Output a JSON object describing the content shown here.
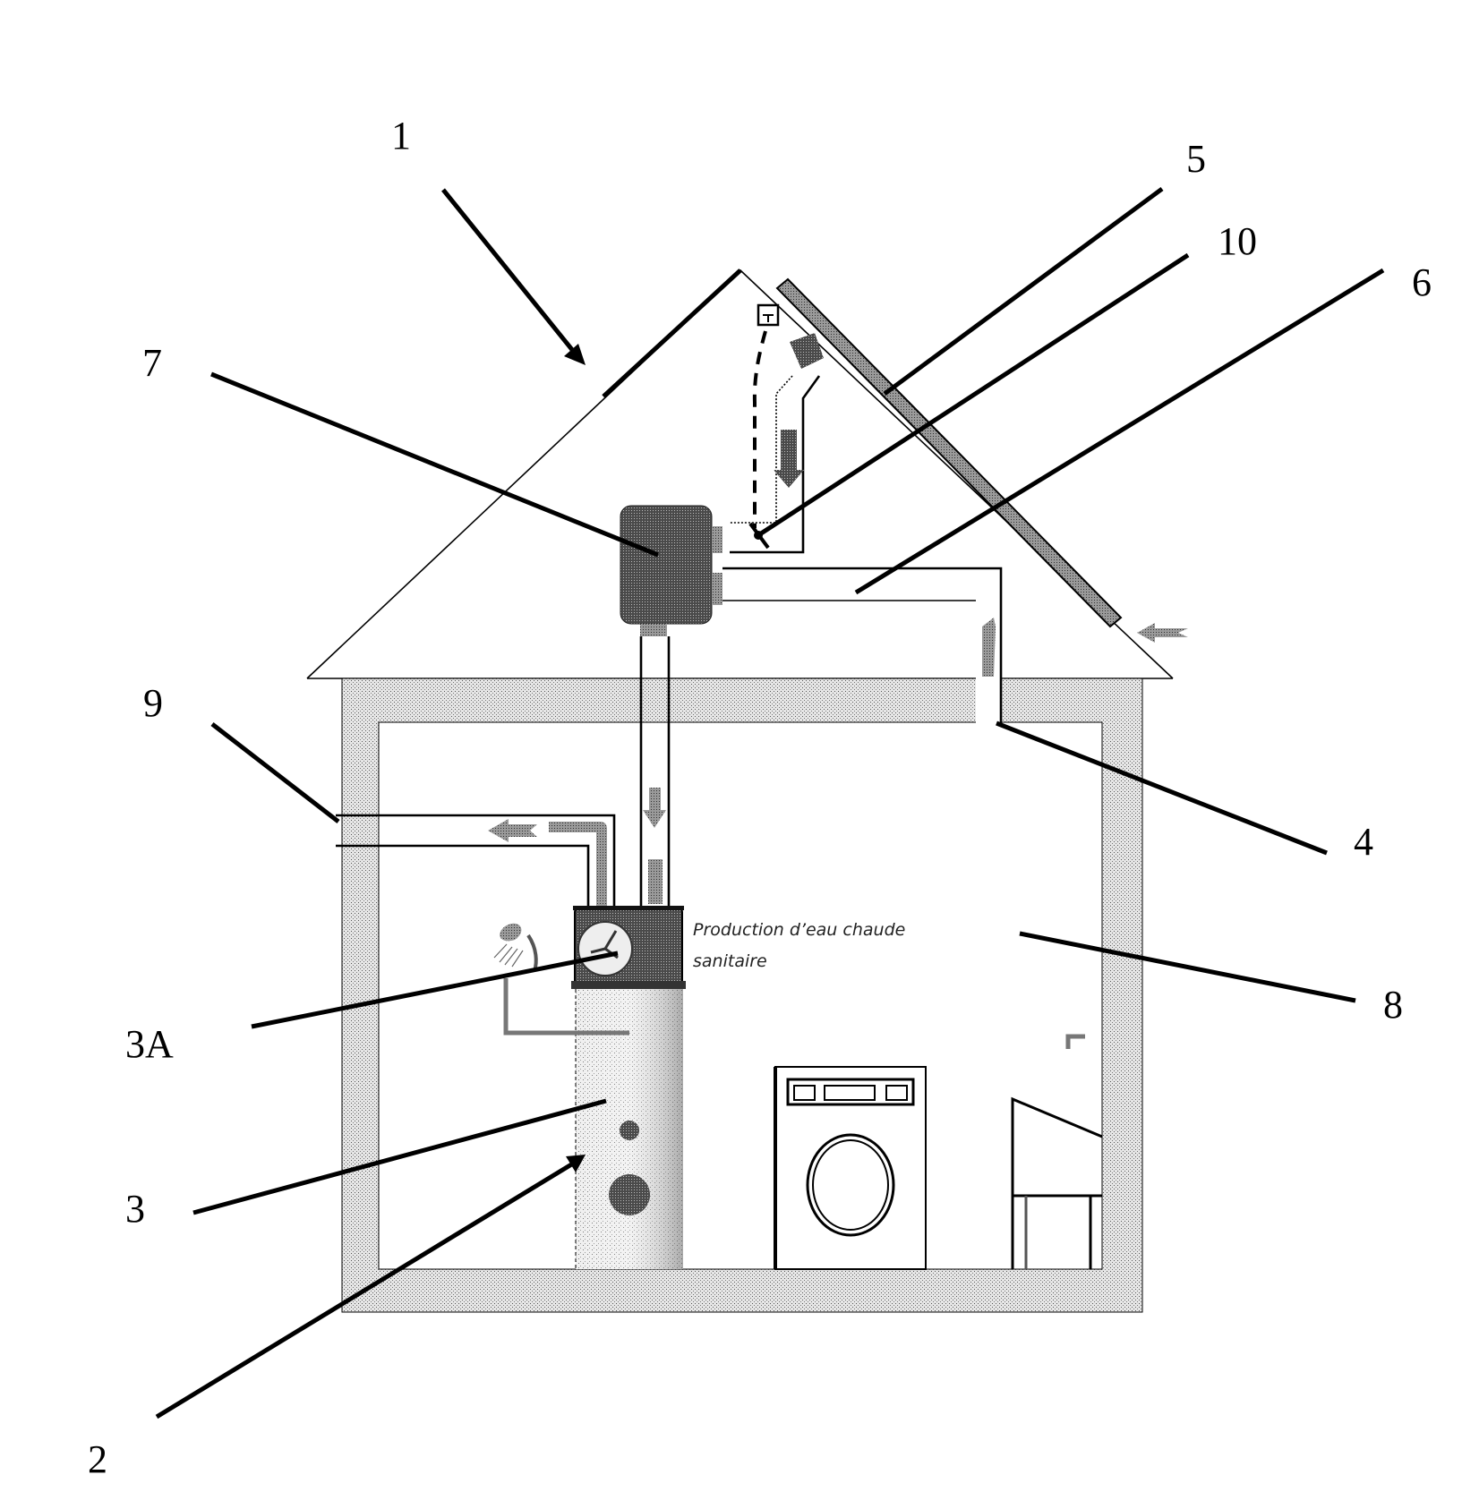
{
  "figure": {
    "caption_line1": "Production d’eau chaude",
    "caption_line2": "sanitaire",
    "colors": {
      "wall_fill": "#bdbdbd",
      "unit_dark": "#3a3a3a",
      "unit_mid": "#6e6e6e",
      "tank_fill": "#d4d4d4",
      "collector_fill": "#a8a8a8",
      "arrow_fill": "#8a8a8a",
      "line": "#000000"
    },
    "references": [
      {
        "id": "ref-1",
        "label": "1",
        "meaning": "house"
      },
      {
        "id": "ref-2",
        "label": "2",
        "meaning": "water heater"
      },
      {
        "id": "ref-3",
        "label": "3",
        "meaning": "tank"
      },
      {
        "id": "ref-3a",
        "label": "3A",
        "meaning": "heat pump fan"
      },
      {
        "id": "ref-4",
        "label": "4",
        "meaning": "air intake opening"
      },
      {
        "id": "ref-5",
        "label": "5",
        "meaning": "roof solar collector"
      },
      {
        "id": "ref-6",
        "label": "6",
        "meaning": "extraction duct"
      },
      {
        "id": "ref-7",
        "label": "7",
        "meaning": "ventilation unit"
      },
      {
        "id": "ref-8",
        "label": "8",
        "meaning": "room"
      },
      {
        "id": "ref-9",
        "label": "9",
        "meaning": "exhaust duct"
      },
      {
        "id": "ref-10",
        "label": "10",
        "meaning": "damper"
      }
    ]
  }
}
